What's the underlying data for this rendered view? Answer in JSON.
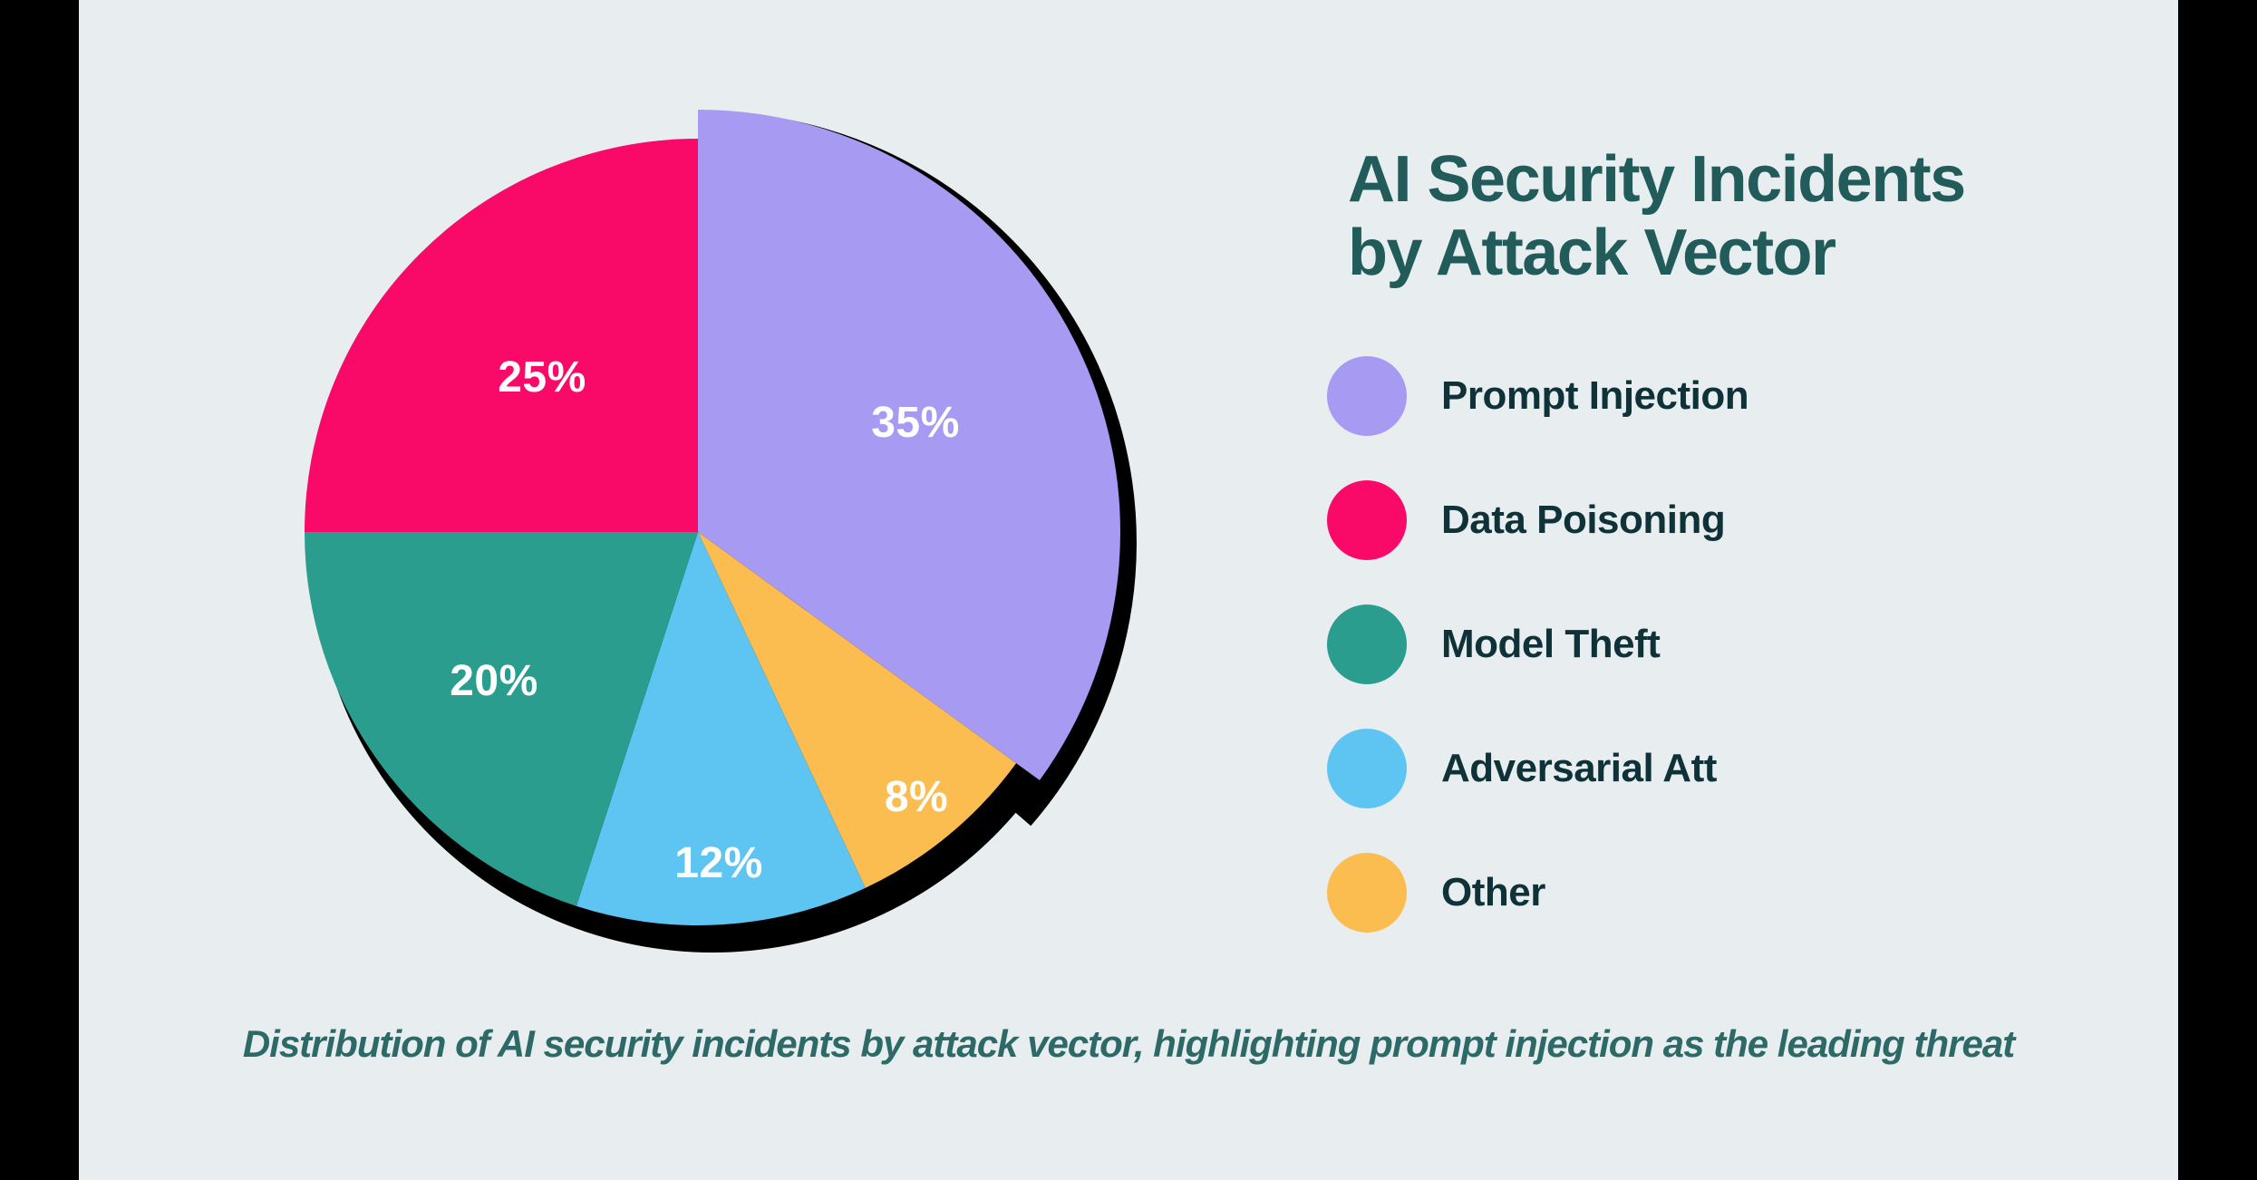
{
  "page": {
    "letterbox_color": "#000000",
    "background_color": "#E8EEF0"
  },
  "title": {
    "full": "AI Security Incidents by Attack Vector",
    "lines": [
      "AI Security Incidents",
      "by Attack Vector"
    ],
    "color": "#215C5A"
  },
  "legend": {
    "position": "right",
    "items": [
      {
        "label": "Prompt Injection",
        "color": "#A79AF2"
      },
      {
        "label": "Data Poisoning",
        "color": "#FA0A68"
      },
      {
        "label": "Model Theft",
        "color": "#2A9D8F"
      },
      {
        "label": "Adversarial Att",
        "color": "#5EC4F2"
      },
      {
        "label": "Other",
        "color": "#FBBD4F"
      }
    ]
  },
  "caption": {
    "text": "Distribution of AI security incidents by attack vector, highlighting prompt injection as the leading threat",
    "color": "#2D6A67"
  },
  "chart_data": {
    "type": "pie",
    "title": "AI Security Incidents by Attack Vector",
    "labels": [
      "Prompt Injection",
      "Data Poisoning",
      "Model Theft",
      "Adversarial Att",
      "Other"
    ],
    "values": [
      35,
      25,
      20,
      12,
      8
    ],
    "colors": [
      "#A79AF2",
      "#FA0A68",
      "#2A9D8F",
      "#5EC4F2",
      "#FBBD4F"
    ],
    "slice_labels": [
      "35%",
      "25%",
      "20%",
      "12%",
      "8%"
    ],
    "slice_label_color": "#FFFFFF",
    "legend_position": "right",
    "start_angle_deg": 0,
    "winding": "first slice clockwise from top, remaining counterclockwise in legend order",
    "exploded_slice": "Prompt Injection",
    "shadow": {
      "color": "#000000",
      "style": "hard offset, no blur, bottom-right"
    }
  }
}
